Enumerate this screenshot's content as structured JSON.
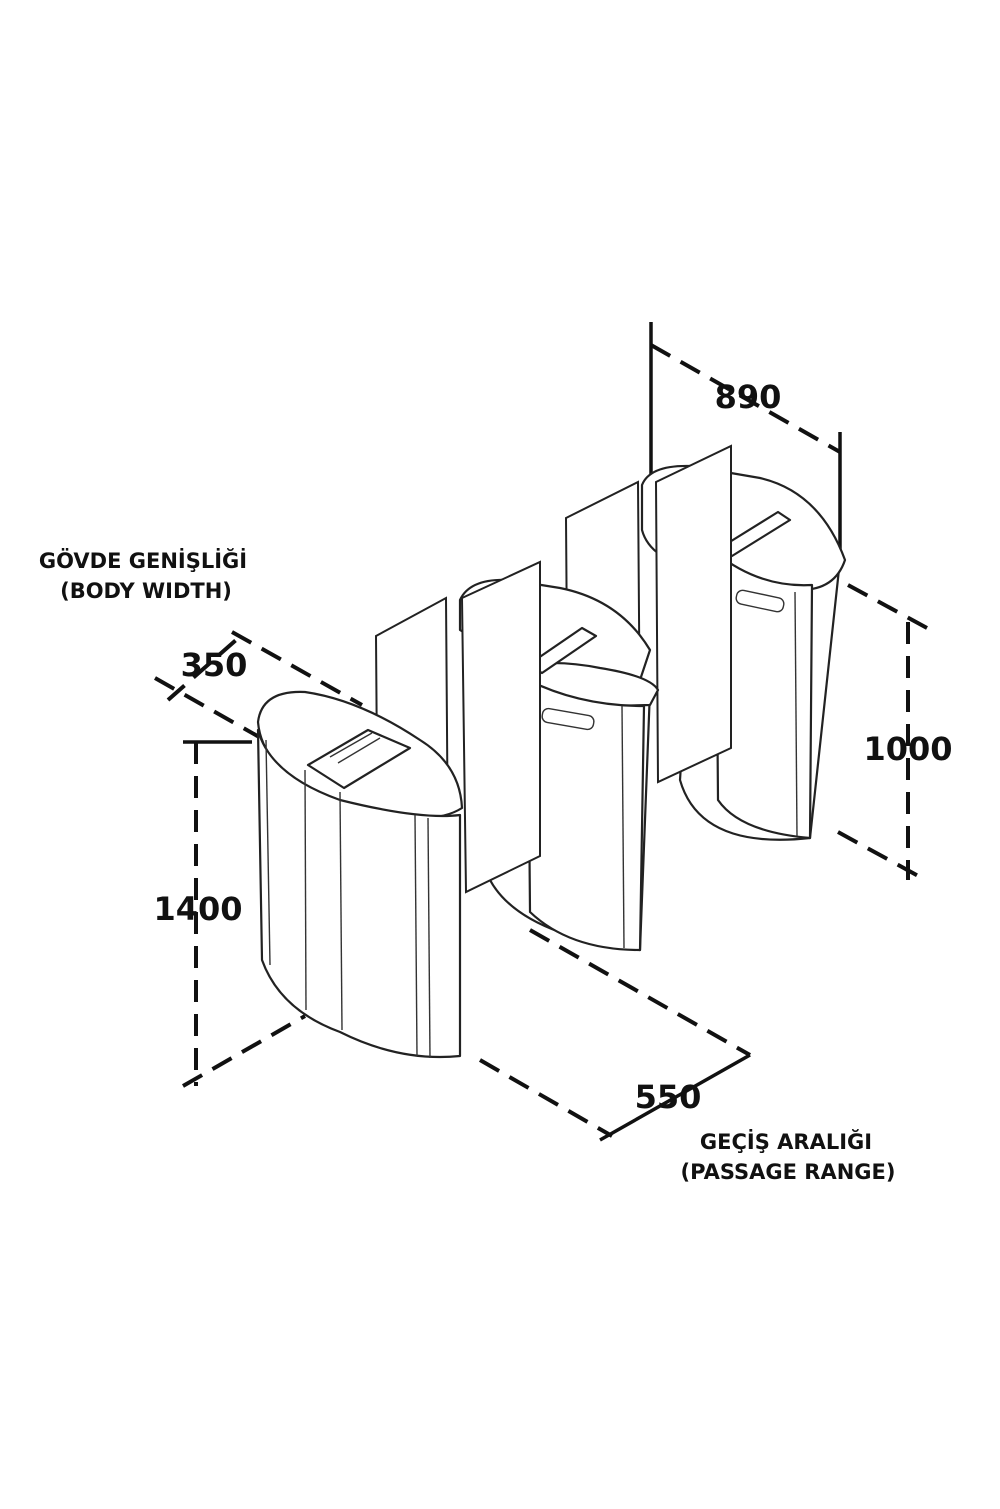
{
  "dimensions": {
    "length": "890",
    "body_width": "350",
    "height_left": "1400",
    "height_right": "1000",
    "passage": "550"
  },
  "captions": {
    "body_width_tr": "GÖVDE GENİŞLİĞİ",
    "body_width_en": "(BODY WIDTH)",
    "passage_tr": "GEÇİŞ ARALIĞI",
    "passage_en": "(PASSAGE RANGE)"
  },
  "colors": {
    "line": "#222222",
    "fill": "#ffffff"
  }
}
